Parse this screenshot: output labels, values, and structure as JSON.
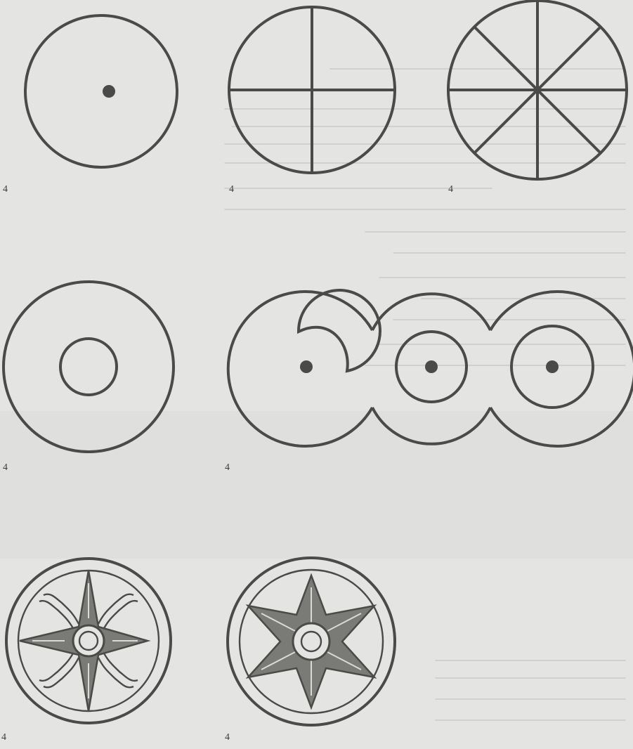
{
  "figures": [
    {
      "id": "circle-with-dot",
      "caption": "4"
    },
    {
      "id": "circle-with-cross",
      "caption": "4"
    },
    {
      "id": "circle-with-eight-spokes",
      "caption": "4"
    },
    {
      "id": "concentric-circles",
      "caption": "4"
    },
    {
      "id": "interlaced-spirals",
      "caption": "4"
    },
    {
      "id": "eight-point-star-disc",
      "caption": "4"
    },
    {
      "id": "six-point-star-disc",
      "caption": "4"
    }
  ],
  "colors": {
    "paper": "#e4e4e2",
    "ink": "#4a4a48",
    "star_fill": "#7a7a77"
  }
}
